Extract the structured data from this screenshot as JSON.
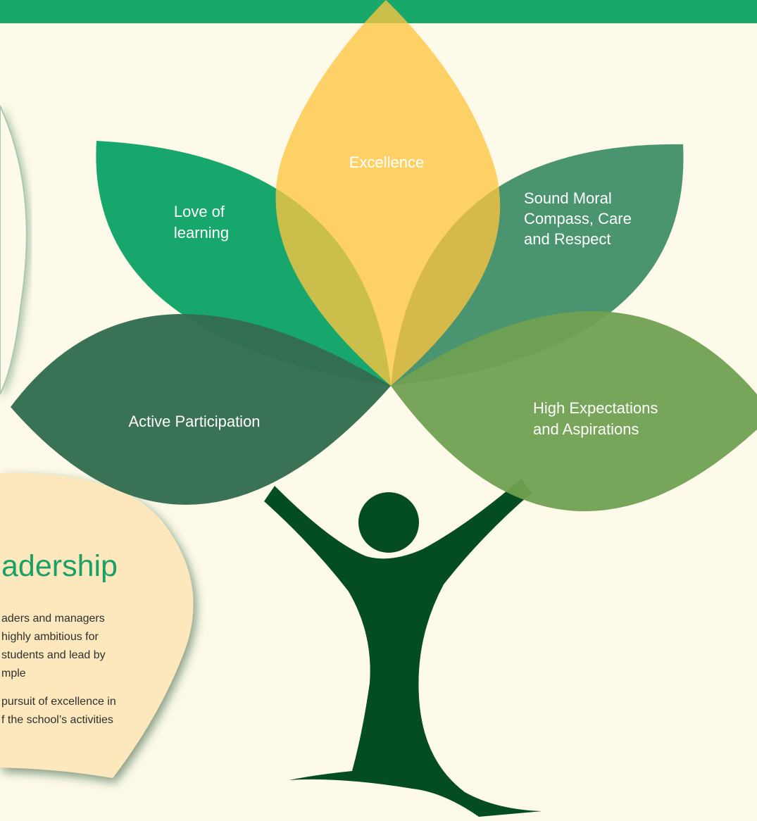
{
  "colors": {
    "background": "#fefae9",
    "header_bar": "#18a86b",
    "excellence_petal": "#fcc541",
    "love_of_learning_petal": "#17a76c",
    "moral_compass_petal": "#4a9470",
    "active_participation_petal": "#346d4f",
    "high_expectations_petal": "#70a051",
    "tree_figure": "#044c21",
    "leadership_leaf": "#fde8bd",
    "leadership_heading": "#19a067"
  },
  "petals": {
    "excellence": {
      "label": "Excellence"
    },
    "love_of_learning": {
      "lines": [
        "Love of",
        "learning"
      ]
    },
    "moral_compass": {
      "lines": [
        "Sound Moral",
        "Compass, Care",
        "and Respect"
      ]
    },
    "active_participation": {
      "label": "Active Participation"
    },
    "high_expectations": {
      "lines": [
        "High Expectations",
        "and Aspirations"
      ]
    }
  },
  "leadership": {
    "heading": "adership",
    "lines": [
      "aders and managers",
      "highly ambitious for",
      "students and lead by",
      "mple",
      "pursuit of excellence in",
      "f the school’s activities"
    ]
  }
}
